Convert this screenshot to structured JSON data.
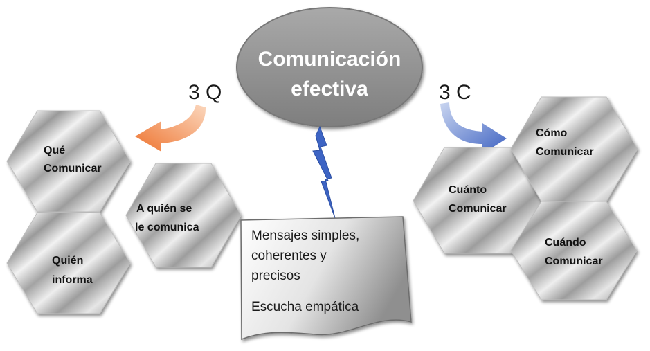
{
  "center": {
    "line1": "Comunicación",
    "line2": "efectiva"
  },
  "left_group": {
    "label": "3 Q",
    "hexagons": [
      {
        "line1": "Qué",
        "line2": "Comunicar"
      },
      {
        "line1": "A quién se",
        "line2": "le comunica"
      },
      {
        "line1": "Quién",
        "line2": "informa"
      }
    ]
  },
  "right_group": {
    "label": "3 C",
    "hexagons": [
      {
        "line1": "Cómo",
        "line2": "Comunicar"
      },
      {
        "line1": "Cuánto",
        "line2": "Comunicar"
      },
      {
        "line1": "Cuándo",
        "line2": "Comunicar"
      }
    ]
  },
  "document": {
    "line1": "Mensajes simples,",
    "line2": "coherentes y",
    "line3": "precisos",
    "line4": "Escucha empática"
  },
  "colors": {
    "left_arrow": "#ee7a3a",
    "right_arrow": "#5576c6",
    "lightning": "#3d64c4",
    "ellipse": "#8f8f8f"
  }
}
